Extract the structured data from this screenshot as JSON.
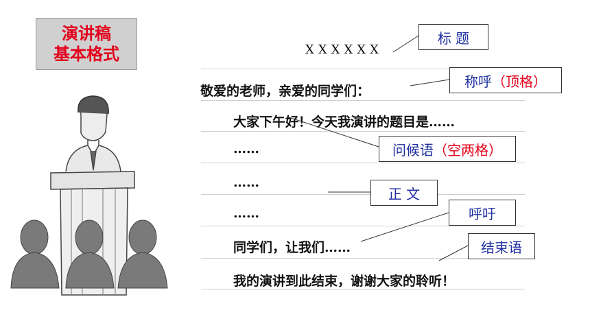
{
  "title_box": {
    "line1": "演讲稿",
    "line2": "基本格式"
  },
  "lines": {
    "heading": "XXXXXX",
    "salutation": "敬爱的老师，亲爱的同学们：",
    "greeting": "大家下午好！今天我演讲的题目是……",
    "body1": "……",
    "body2": "……",
    "body3": "……",
    "appeal": "同学们，让我们……",
    "closing": "我的演讲到此结束，谢谢大家的聆听！"
  },
  "labels": {
    "title": "标  题",
    "salutation_main": "称呼",
    "salutation_note": "（顶格）",
    "greeting_main": "问候语",
    "greeting_note": "（空两格）",
    "body": "正  文",
    "appeal": "呼吁",
    "closing": "结束语"
  },
  "colors": {
    "title_red": "#e4001b",
    "label_blue": "#1f2fa0",
    "box_gray": "#d0d0d0"
  }
}
